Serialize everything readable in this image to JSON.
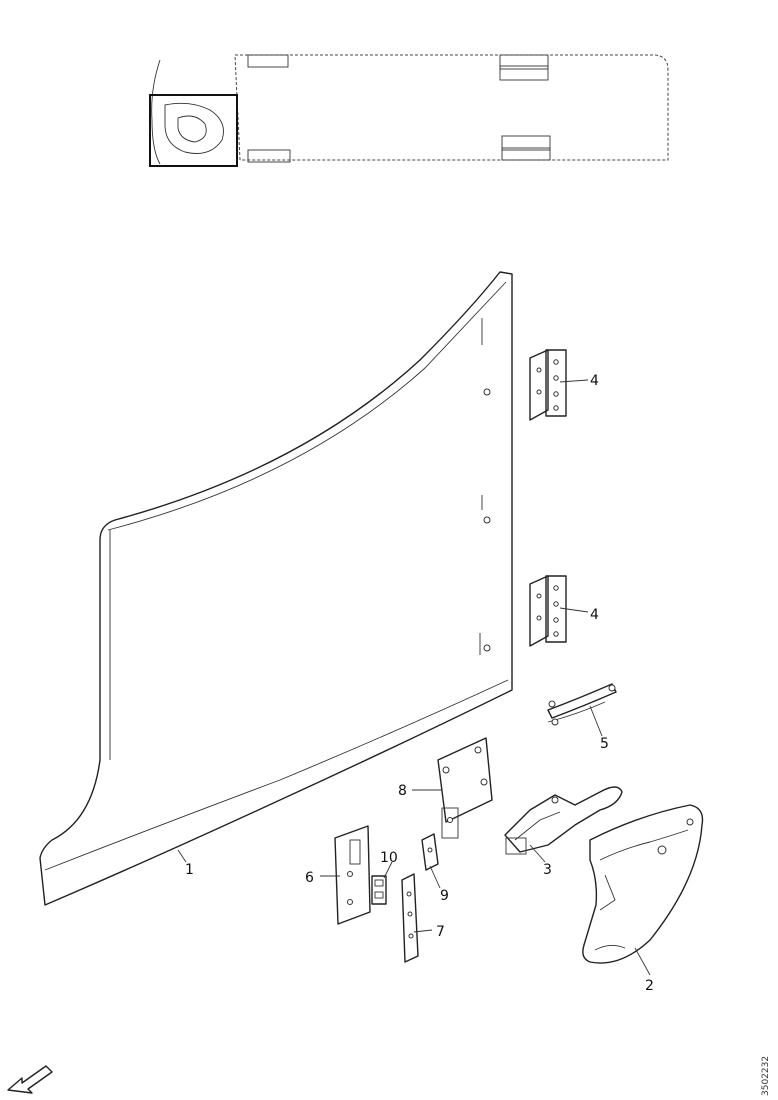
{
  "callouts": {
    "c1": "1",
    "c2": "2",
    "c3": "3",
    "c4a": "4",
    "c4b": "4",
    "c5": "5",
    "c6": "6",
    "c7": "7",
    "c8": "8",
    "c9": "9",
    "c10": "10"
  },
  "drawing_code": "3502232"
}
